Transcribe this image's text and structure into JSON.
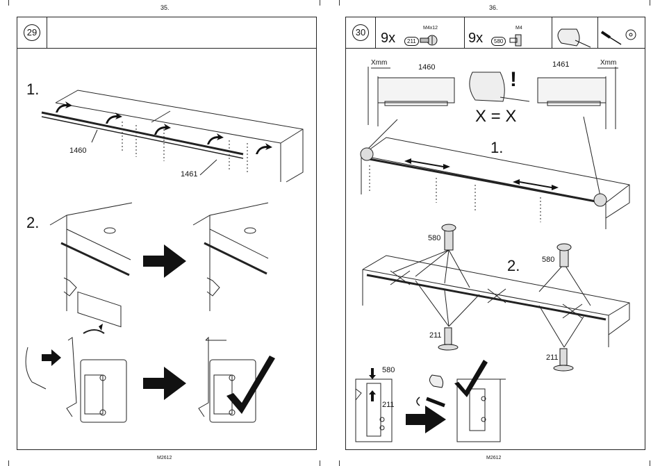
{
  "pages": {
    "left": {
      "page_number": "35.",
      "step": "29",
      "sub1": "1.",
      "sub2": "2.",
      "label_1460": "1460",
      "label_1461": "1461",
      "footer": "M2612"
    },
    "right": {
      "page_number": "36.",
      "step": "30",
      "parts": [
        {
          "qty": "9x",
          "id": "211",
          "spec": "M4x12"
        },
        {
          "qty": "9x",
          "id": "580",
          "spec": "M4"
        }
      ],
      "xmm_left": "Xmm",
      "xmm_right": "Xmm",
      "label_1460": "1460",
      "label_1461": "1461",
      "exclaim": "!",
      "equation": "X = X",
      "sub1": "1.",
      "sub2": "2.",
      "label_580_a": "580",
      "label_580_b": "580",
      "label_211_a": "211",
      "label_211_b": "211",
      "label_580_c": "580",
      "label_211_c": "211",
      "footer": "M2612"
    }
  },
  "icons": [
    "screw-icon",
    "bolt-icon",
    "clamp-icon",
    "screwdriver-icon",
    "drill-bit-icon",
    "arrow-right-icon",
    "checkmark-icon",
    "finger-icon",
    "cross-mark-icon"
  ]
}
